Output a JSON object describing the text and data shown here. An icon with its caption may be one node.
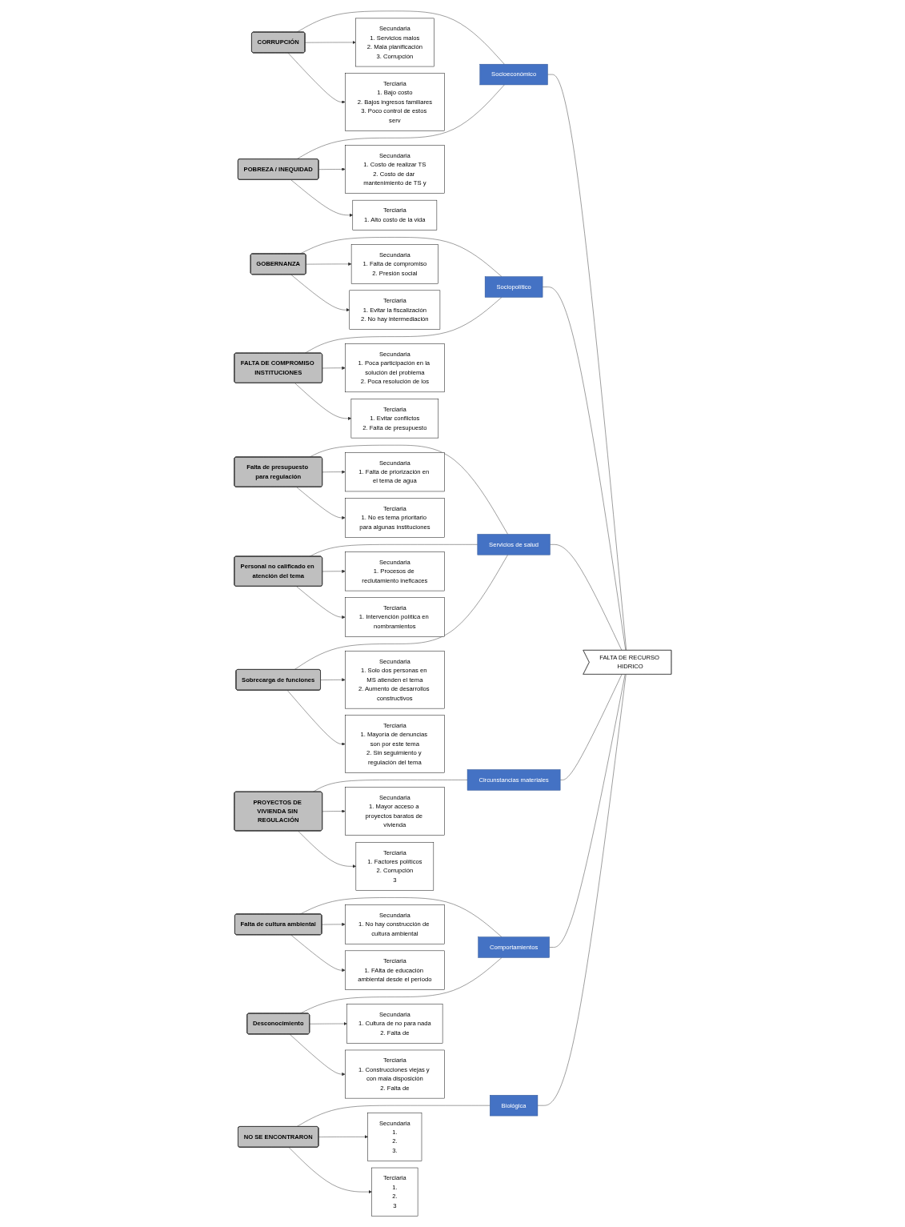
{
  "diagram": {
    "nodes": [
      {
        "text": [
          "Socioeconómico"
        ]
      },
      {
        "text": [
          "CORRUPCIÓN"
        ]
      },
      {
        "text": [
          "Secundaria",
          "1. Servicios malos",
          "2. Mala planificación",
          "3. Corrupción"
        ]
      },
      {
        "text": [
          "Terciaria",
          "1. Bajo costo",
          "2. Bajos ingresos familiares",
          "3. Poco control de estos serv"
        ]
      },
      {
        "text": [
          "GOBERNANZA"
        ]
      },
      {
        "text": [
          "Secundaria",
          "1. Falta de compromiso",
          "2. Presión social"
        ]
      },
      {
        "text": [
          "Terciaria",
          "1. Evitar la fiscalización",
          "2. No hay intermediación"
        ]
      },
      {
        "text": [
          "Sociopolítico"
        ]
      },
      {
        "text": [
          "POBREZA / INEQUIDAD"
        ]
      },
      {
        "text": [
          "Secundaria",
          "1. Costo de realizar TS",
          "2. Costo de dar mantenimiento de TS y"
        ]
      },
      {
        "text": [
          "Terciaria",
          "1. Alto costo de la vida"
        ]
      },
      {
        "text": [
          "FALTA DE COMPROMISO INSTITUCIONES"
        ]
      },
      {
        "text": [
          "Secundaria",
          "1. Poca participación en la solución del problema",
          "2. Poca resolución de los"
        ]
      },
      {
        "text": [
          "Terciaria",
          "1. Evitar conflictos",
          "2. Falta de presupuesto"
        ]
      },
      {
        "text": [
          "Falta de presupuesto para regulación"
        ]
      },
      {
        "text": [
          "Secundaria",
          "1. Falta de priorización en el tema de agua"
        ]
      },
      {
        "text": [
          "Terciaria",
          "1. No es tema prioritario para algunas instituciones"
        ]
      },
      {
        "text": [
          "Personal no calificado en atención del tema"
        ]
      },
      {
        "text": [
          "Secundaria",
          "1. Procesos de reclutamiento ineficaces"
        ]
      },
      {
        "text": [
          "Terciaria",
          "1. Intervención política en nombramientos"
        ]
      },
      {
        "text": [
          "Servicios de salud"
        ]
      },
      {
        "text": [
          "Circunstancias materiales"
        ]
      },
      {
        "text": [
          "Sobrecarga de funciones"
        ]
      },
      {
        "text": [
          "Secundaria",
          "1. Solo dos personas en MS atienden el tema",
          "2. Aumento de desarrollos constructivos"
        ]
      },
      {
        "text": [
          "Terciaria",
          "1. Mayoría de denuncias son por este tema",
          "2. Sin seguimiento y regulación del tema"
        ]
      },
      {
        "text": [
          "PROYECTOS DE VIVIENDA SIN REGULACIÓN"
        ]
      },
      {
        "text": [
          "Secundaria",
          "1. Mayor acceso a proyectos baratos de vivienda"
        ]
      },
      {
        "text": [
          "Terciaria",
          "1. Factores políticos",
          "2. Corrupción",
          "3"
        ]
      },
      {
        "text": [
          "Falta de cultura ambiental"
        ]
      },
      {
        "text": [
          "Secundaria",
          "1. No hay construcción de cultura ambiental"
        ]
      },
      {
        "text": [
          "Terciaria",
          "1. FAlta de educación ambiental desde el período"
        ]
      },
      {
        "text": [
          "Biológica"
        ]
      },
      {
        "text": [
          "Comportamientos"
        ]
      },
      {
        "text": [
          "NO SE ENCONTRARON"
        ]
      },
      {
        "text": [
          "Secundaria",
          "1.",
          "2.",
          "3."
        ]
      },
      {
        "text": [
          "Terciaria",
          "1.",
          "2.",
          "3"
        ]
      },
      {
        "text": [
          "Desconocimiento"
        ]
      },
      {
        "text": [
          "Secundaria",
          "1. Cultura de no para nada",
          "2. Falta de"
        ]
      },
      {
        "text": [
          "Terciaria",
          "1. Construcciones viejas y con mala disposición",
          "2. Falta de"
        ]
      },
      {
        "text": [
          "FALTA DE RECURSO HIDRICO"
        ]
      }
    ],
    "edges": [
      {
        "from": 0,
        "to": 39,
        "arrow": "none"
      },
      {
        "from": 7,
        "to": 39,
        "arrow": "none"
      },
      {
        "from": 20,
        "to": 39,
        "arrow": "none"
      },
      {
        "from": 21,
        "to": 39,
        "arrow": "none"
      },
      {
        "from": 31,
        "to": 39,
        "arrow": "none"
      },
      {
        "from": 32,
        "to": 39,
        "arrow": "none"
      },
      {
        "from": 1,
        "to": 0,
        "arrow": "none"
      },
      {
        "from": 1,
        "to": 2,
        "arrow": "to"
      },
      {
        "from": 1,
        "to": 3,
        "arrow": "to"
      },
      {
        "from": 4,
        "to": 7,
        "arrow": "none"
      },
      {
        "from": 4,
        "to": 5,
        "arrow": "to"
      },
      {
        "from": 4,
        "to": 6,
        "arrow": "to"
      },
      {
        "from": 8,
        "to": 0,
        "arrow": "none"
      },
      {
        "from": 8,
        "to": 9,
        "arrow": "to"
      },
      {
        "from": 8,
        "to": 10,
        "arrow": "to"
      },
      {
        "from": 11,
        "to": 7,
        "arrow": "none"
      },
      {
        "from": 11,
        "to": 12,
        "arrow": "to"
      },
      {
        "from": 11,
        "to": 13,
        "arrow": "to"
      },
      {
        "from": 14,
        "to": 20,
        "arrow": "none"
      },
      {
        "from": 14,
        "to": 15,
        "arrow": "to"
      },
      {
        "from": 14,
        "to": 16,
        "arrow": "to"
      },
      {
        "from": 17,
        "to": 20,
        "arrow": "none"
      },
      {
        "from": 17,
        "to": 18,
        "arrow": "to"
      },
      {
        "from": 17,
        "to": 19,
        "arrow": "to"
      },
      {
        "from": 22,
        "to": 20,
        "arrow": "none"
      },
      {
        "from": 22,
        "to": 23,
        "arrow": "to"
      },
      {
        "from": 22,
        "to": 24,
        "arrow": "to"
      },
      {
        "from": 25,
        "to": 21,
        "arrow": "none"
      },
      {
        "from": 25,
        "to": 26,
        "arrow": "to"
      },
      {
        "from": 25,
        "to": 27,
        "arrow": "to"
      },
      {
        "from": 28,
        "to": 32,
        "arrow": "none"
      },
      {
        "from": 28,
        "to": 29,
        "arrow": "to"
      },
      {
        "from": 28,
        "to": 30,
        "arrow": "to"
      },
      {
        "from": 33,
        "to": 31,
        "arrow": "none"
      },
      {
        "from": 33,
        "to": 34,
        "arrow": "to"
      },
      {
        "from": 33,
        "to": 35,
        "arrow": "to"
      },
      {
        "from": 36,
        "to": 32,
        "arrow": "none"
      },
      {
        "from": 36,
        "to": 37,
        "arrow": "to"
      },
      {
        "from": 36,
        "to": 38,
        "arrow": "to"
      }
    ]
  }
}
